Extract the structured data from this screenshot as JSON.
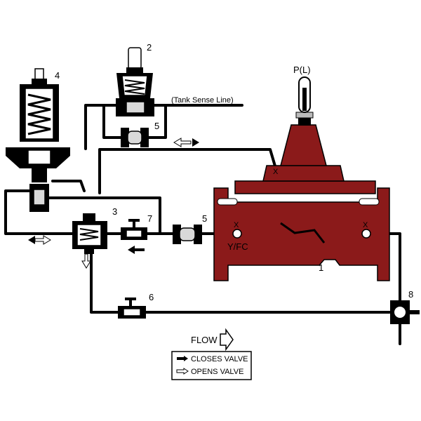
{
  "labels": {
    "pilot_2": "2",
    "pilot_4": "4",
    "pilot_3": "3",
    "valve_7": "7",
    "strainer_5_top": "5",
    "strainer_5_mid": "5",
    "valve_6": "6",
    "valve_8": "8",
    "main_valve_1": "1",
    "pl": "P(L)",
    "tank_sense": "(Tank Sense Line)",
    "y_fc": "Y/FC",
    "x_top": "X",
    "x_left": "X",
    "x_right": "X",
    "flow": "FLOW"
  },
  "legend": {
    "closes": "CLOSES VALVE",
    "opens": "OPENS VALVE"
  },
  "colors": {
    "valve_body": "#8b1a1a",
    "pipe": "#000000"
  }
}
